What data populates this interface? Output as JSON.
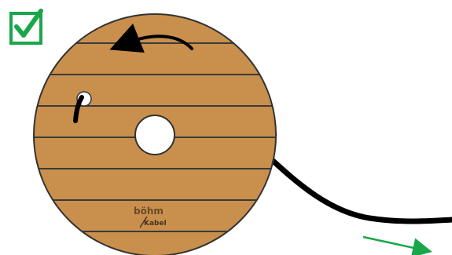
{
  "status": {
    "check_icon": "check-icon",
    "check_color": "#1aa64a"
  },
  "drum": {
    "wood_color": "#c98f4c",
    "plank_line_color": "#3a3a3a",
    "hub_color": "#ffffff",
    "rotation_direction": "counter-clockwise",
    "rotation_icon": "curved-arrow-icon"
  },
  "cable": {
    "color": "#000000",
    "entry_hole_color": "#ffffff"
  },
  "pull_direction": {
    "icon": "arrow-right-icon",
    "color": "#1aa64a"
  },
  "logo": {
    "text_top": "böhm",
    "text_bottom": "Kabel",
    "color": "#6b4a2a"
  }
}
